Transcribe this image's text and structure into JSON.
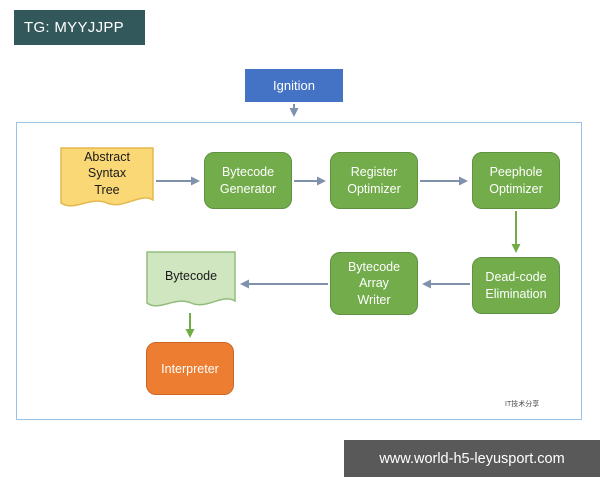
{
  "header": {
    "tg_label": "TG: MYYJJPP"
  },
  "diagram": {
    "ignition": "Ignition",
    "ast": "Abstract Syntax Tree",
    "bytecode_generator": "Bytecode Generator",
    "register_optimizer": "Register Optimizer",
    "peephole_optimizer": "Peephole Optimizer",
    "dead_code_elimination": "Dead-code Elimination",
    "bytecode_array_writer": "Bytecode Array Writer",
    "bytecode": "Bytecode",
    "interpreter": "Interpreter",
    "watermark": "IT技术分享"
  },
  "footer": {
    "url": "www.world-h5-leyusport.com"
  },
  "colors": {
    "ignition_blue": "#4472c4",
    "process_green": "#73ac4b",
    "interpreter_orange": "#ed7d31",
    "ast_fill": "#fbd876",
    "bytecode_fill": "#cfe6c0",
    "tg_bg": "#33585c",
    "footer_bg": "#595959",
    "arrow_gray": "#8091ab",
    "arrow_green": "#70ad47",
    "frame_border": "#9dc3e6"
  }
}
